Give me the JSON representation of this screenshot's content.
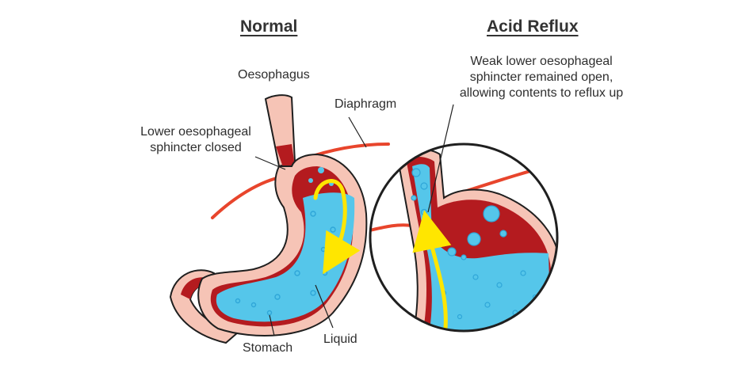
{
  "titles": {
    "normal": "Normal",
    "reflux": "Acid Reflux"
  },
  "labels": {
    "oesophagus": "Oesophagus",
    "diaphragm": "Diaphragm",
    "les_closed_line1": "Lower oesophageal",
    "les_closed_line2": "sphincter closed",
    "stomach": "Stomach",
    "liquid": "Liquid",
    "reflux_note_line1": "Weak lower oesophageal",
    "reflux_note_line2": "sphincter remained open,",
    "reflux_note_line3": "allowing contents to reflux up"
  },
  "colors": {
    "stomach_tissue": "#f6c4b6",
    "stomach_wall": "#b41b1f",
    "liquid": "#55c6ea",
    "bubble": "#2fa6d8",
    "arrow": "#ffe600",
    "diaphragm": "#e8452c",
    "outline": "#1f1f1f"
  }
}
